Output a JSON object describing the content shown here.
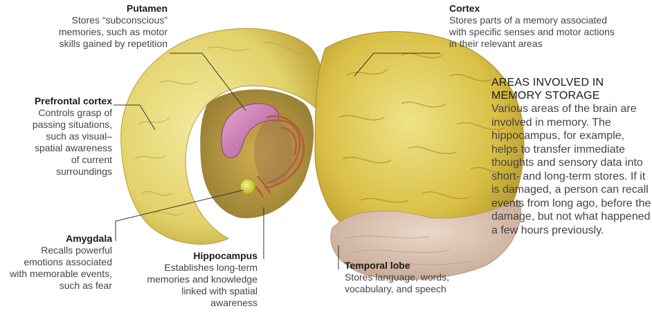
{
  "labels": {
    "putamen": {
      "title": "Putamen",
      "desc": "Stores “subconscious” memories, such as motor skills gained by repetition"
    },
    "cortex": {
      "title": "Cortex",
      "desc": "Stores parts of a memory associated with specific senses and motor actions in their relevant areas"
    },
    "prefrontal": {
      "title": "Prefrontal cortex",
      "desc": "Controls grasp of passing situations, such as visual–spatial awareness of current surroundings"
    },
    "amygdala": {
      "title": "Amygdala",
      "desc": "Recalls powerful emotions associated with memorable events, such as fear"
    },
    "hippocampus": {
      "title": "Hippocampus",
      "desc": "Establishes long-term memories and knowledge linked with spatial awareness"
    },
    "temporal": {
      "title": "Temporal lobe",
      "desc": "Stores language, words, vocabulary, and speech"
    }
  },
  "panel": {
    "heading": "AREAS INVOLVED IN MEMORY STORAGE",
    "body": "Various areas of the brain are involved in memory. The hippocampus, for example, helps to transfer immediate thoughts and sensory data into short- and long-term stores. If it is damaged, a person can recall events from long ago, before the damage, but not what happened a few hours previously."
  },
  "colors": {
    "cortex": "#d9c24a",
    "cortex_light": "#ece39a",
    "putamen": "#c97ab0",
    "hippocampus": "#c97a5a",
    "amygdala": "#dede3a",
    "temporal": "#d8bfae",
    "leader": "#333333"
  }
}
